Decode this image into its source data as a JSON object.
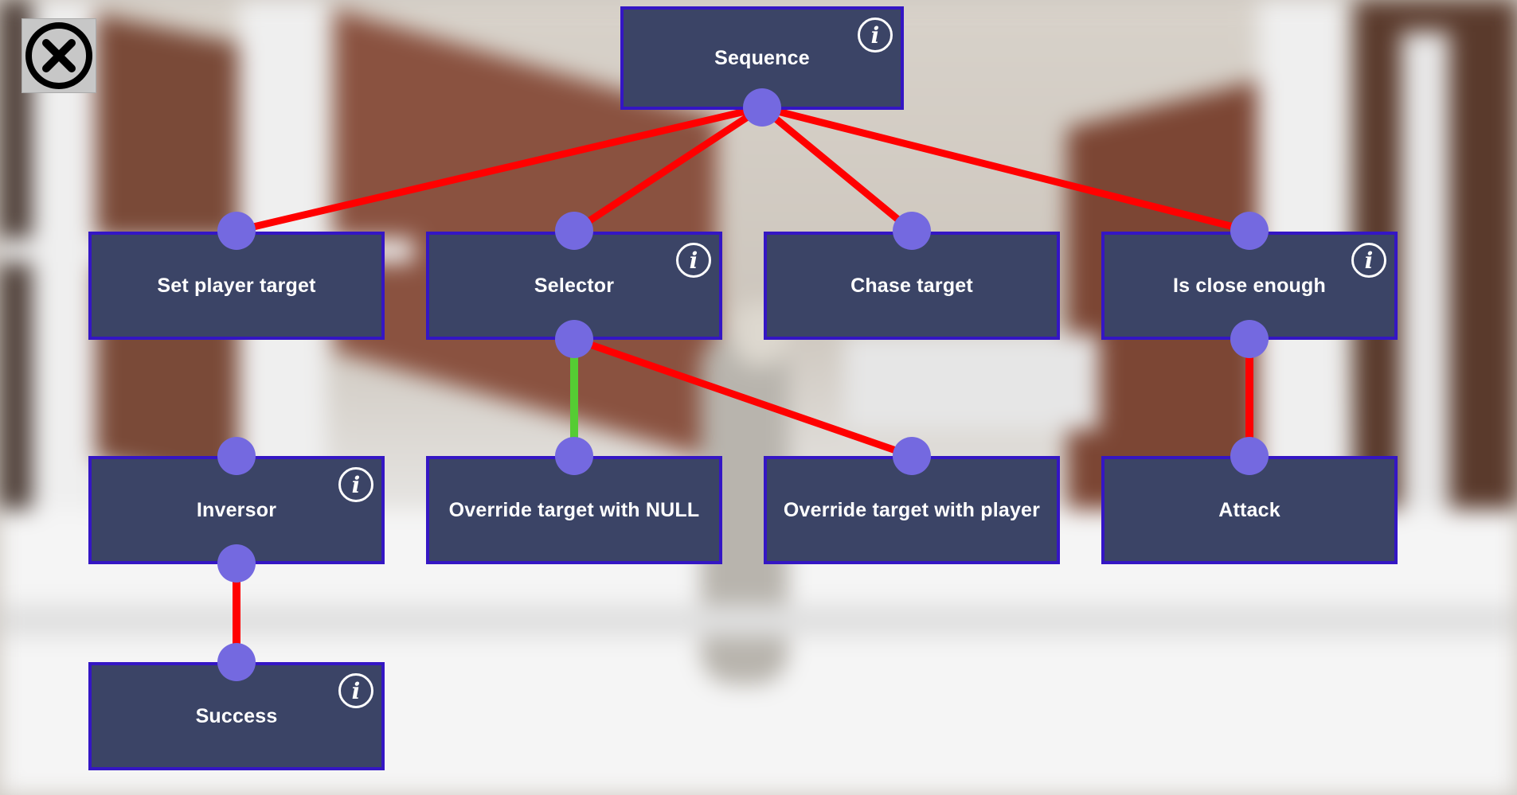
{
  "nodes": {
    "sequence": "Sequence",
    "set_player_target": "Set player target",
    "selector": "Selector",
    "chase_target": "Chase target",
    "is_close_enough": "Is close enough",
    "inversor": "Inversor",
    "override_null": "Override target with NULL",
    "override_player": "Override target with player",
    "attack": "Attack",
    "success": "Success"
  },
  "info_icon_glyph": "i",
  "colors": {
    "node_fill": "#3b4466",
    "node_border": "#3416c4",
    "port": "#7469e0",
    "edge_inactive": "#ff0000",
    "edge_active": "#55cc33",
    "label": "#ffffff"
  },
  "icons": {
    "close": "close-circle-icon",
    "info": "info-icon"
  }
}
